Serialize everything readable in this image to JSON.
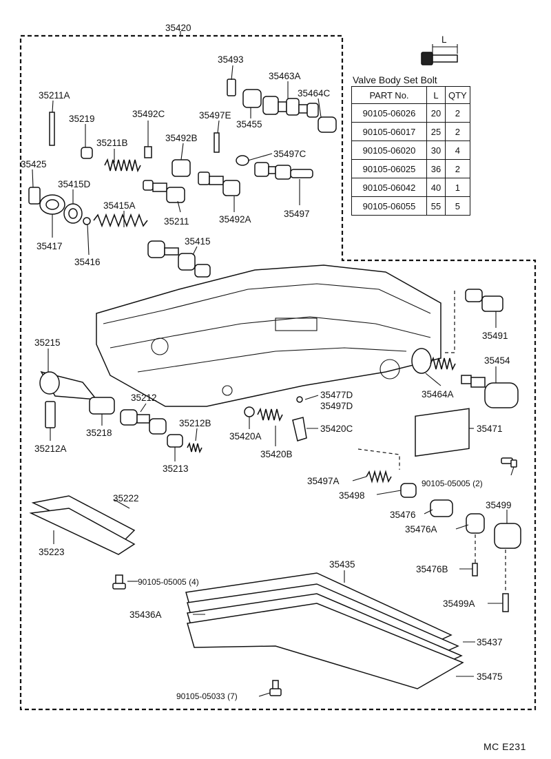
{
  "labels": {
    "35420": "35420",
    "35493": "35493",
    "35463A": "35463A",
    "35464C": "35464C",
    "35211A": "35211A",
    "35219": "35219",
    "35492C": "35492C",
    "35497E": "35497E",
    "35455": "35455",
    "35211B": "35211B",
    "35492B": "35492B",
    "35497C": "35497C",
    "35425": "35425",
    "35415D": "35415D",
    "35415A": "35415A",
    "35211": "35211",
    "35492A": "35492A",
    "35497": "35497",
    "35417": "35417",
    "35416": "35416",
    "35415": "35415",
    "35491": "35491",
    "35215": "35215",
    "35454": "35454",
    "35212": "35212",
    "35477D": "35477D",
    "35497D": "35497D",
    "35464A": "35464A",
    "35218": "35218",
    "35212B": "35212B",
    "35420A": "35420A",
    "35420C": "35420C",
    "35471": "35471",
    "35212A": "35212A",
    "35213": "35213",
    "35420B": "35420B",
    "35497A": "35497A",
    "bolt_05005_2": "90105-05005 (2)",
    "35498": "35498",
    "35222": "35222",
    "35499": "35499",
    "35476": "35476",
    "35476A": "35476A",
    "35223": "35223",
    "35435": "35435",
    "35476B": "35476B",
    "bolt_05005_4": "90105-05005 (4)",
    "35499A": "35499A",
    "35436A": "35436A",
    "35437": "35437",
    "35475": "35475",
    "bolt_05033_7": "90105-05033 (7)",
    "dim_L": "L"
  },
  "bolt_table": {
    "title": "Valve Body Set Bolt",
    "headers": [
      "PART No.",
      "L",
      "QTY"
    ],
    "rows": [
      [
        "90105-06026",
        "20",
        "2"
      ],
      [
        "90105-06017",
        "25",
        "2"
      ],
      [
        "90105-06020",
        "30",
        "4"
      ],
      [
        "90105-06025",
        "36",
        "2"
      ],
      [
        "90105-06042",
        "40",
        "1"
      ],
      [
        "90105-06055",
        "55",
        "5"
      ]
    ]
  },
  "footer": {
    "code": "MC  E231"
  }
}
